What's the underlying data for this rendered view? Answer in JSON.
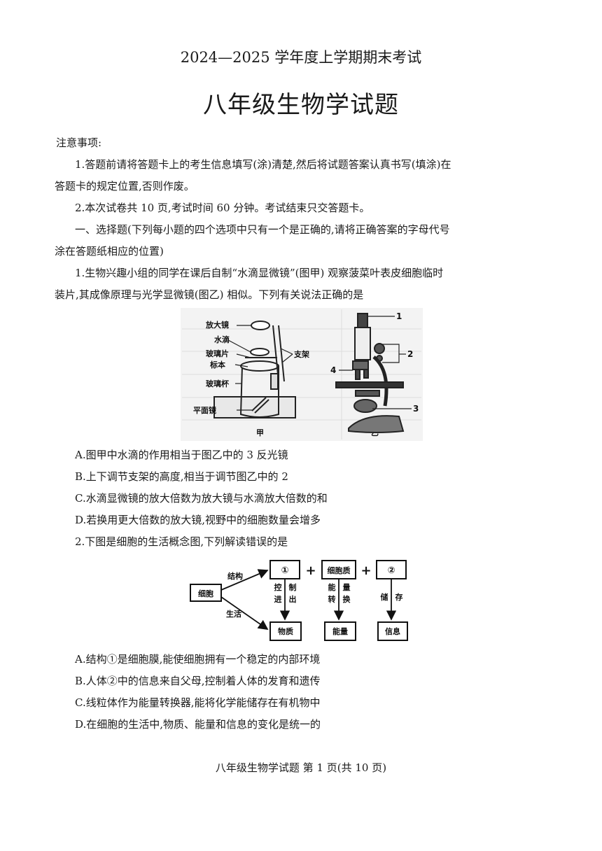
{
  "header": {
    "subtitle": "2024—2025 学年度上学期期末考试",
    "title": "八年级生物学试题"
  },
  "notice": {
    "heading": "注意事项:",
    "item1_line1": "1.答题前请将答题卡上的考生信息填写(涂)清楚,然后将试题答案认真书写(填涂)在",
    "item1_line2": "答题卡的规定位置,否则作废。",
    "item2": "2.本次试卷共 10 页,考试时间  60 分钟。考试结束只交答题卡。"
  },
  "section1": {
    "line1": "一、选择题(下列每小题的四个选项中只有一个是正确的,请将正确答案的字母代号",
    "line2": "涂在答题纸相应的位置)"
  },
  "q1": {
    "line1": "1.生物兴趣小组的同学在课后自制“水滴显微镜”(图甲) 观察菠菜叶表皮细胞临时",
    "line2": "装片,其成像原理与光学显微镜(图乙) 相似。下列有关说法正确的是",
    "figure": {
      "jia_labels": [
        "放大镜",
        "水滴",
        "玻璃片",
        "标本",
        "玻璃杯",
        "平面镜"
      ],
      "support_label": "支架",
      "jia_caption": "甲",
      "yi_caption": "乙",
      "yi_numbers": [
        "1",
        "2",
        "3",
        "4"
      ]
    },
    "options": {
      "A": "A.图甲中水滴的作用相当于图乙中的 3 反光镜",
      "B": "B.上下调节支架的高度,相当于调节图乙中的 2",
      "C": "C.水滴显微镜的放大倍数为放大镜与水滴放大倍数的和",
      "D": "D.若换用更大倍数的放大镜,视野中的细胞数量会增多"
    }
  },
  "q2": {
    "stem": "2.下图是细胞的生活概念图,下列解读错误的是",
    "diagram": {
      "cell": "细胞",
      "structure": "结构",
      "life": "生活",
      "box1": "①",
      "box_cytoplasm": "细胞质",
      "box2": "②",
      "plus": "+",
      "col1_left": [
        "控",
        "进"
      ],
      "col1_right": [
        "制",
        "出"
      ],
      "col2_left": [
        "能",
        "转"
      ],
      "col2_right": [
        "量",
        "换"
      ],
      "col3_left": "储",
      "col3_right": "存",
      "matter": "物质",
      "energy": "能量",
      "info": "信息"
    },
    "options": {
      "A": "A.结构①是细胞膜,能使细胞拥有一个稳定的内部环境",
      "B": "B.人体②中的信息来自父母,控制着人体的发育和遗传",
      "C": "C.线粒体作为能量转换器,能将化学能储存在有机物中",
      "D": "D.在细胞的生活中,物质、能量和信息的变化是统一的"
    }
  },
  "footer": {
    "text": "八年级生物学试题  第 1 页(共 10 页)"
  }
}
